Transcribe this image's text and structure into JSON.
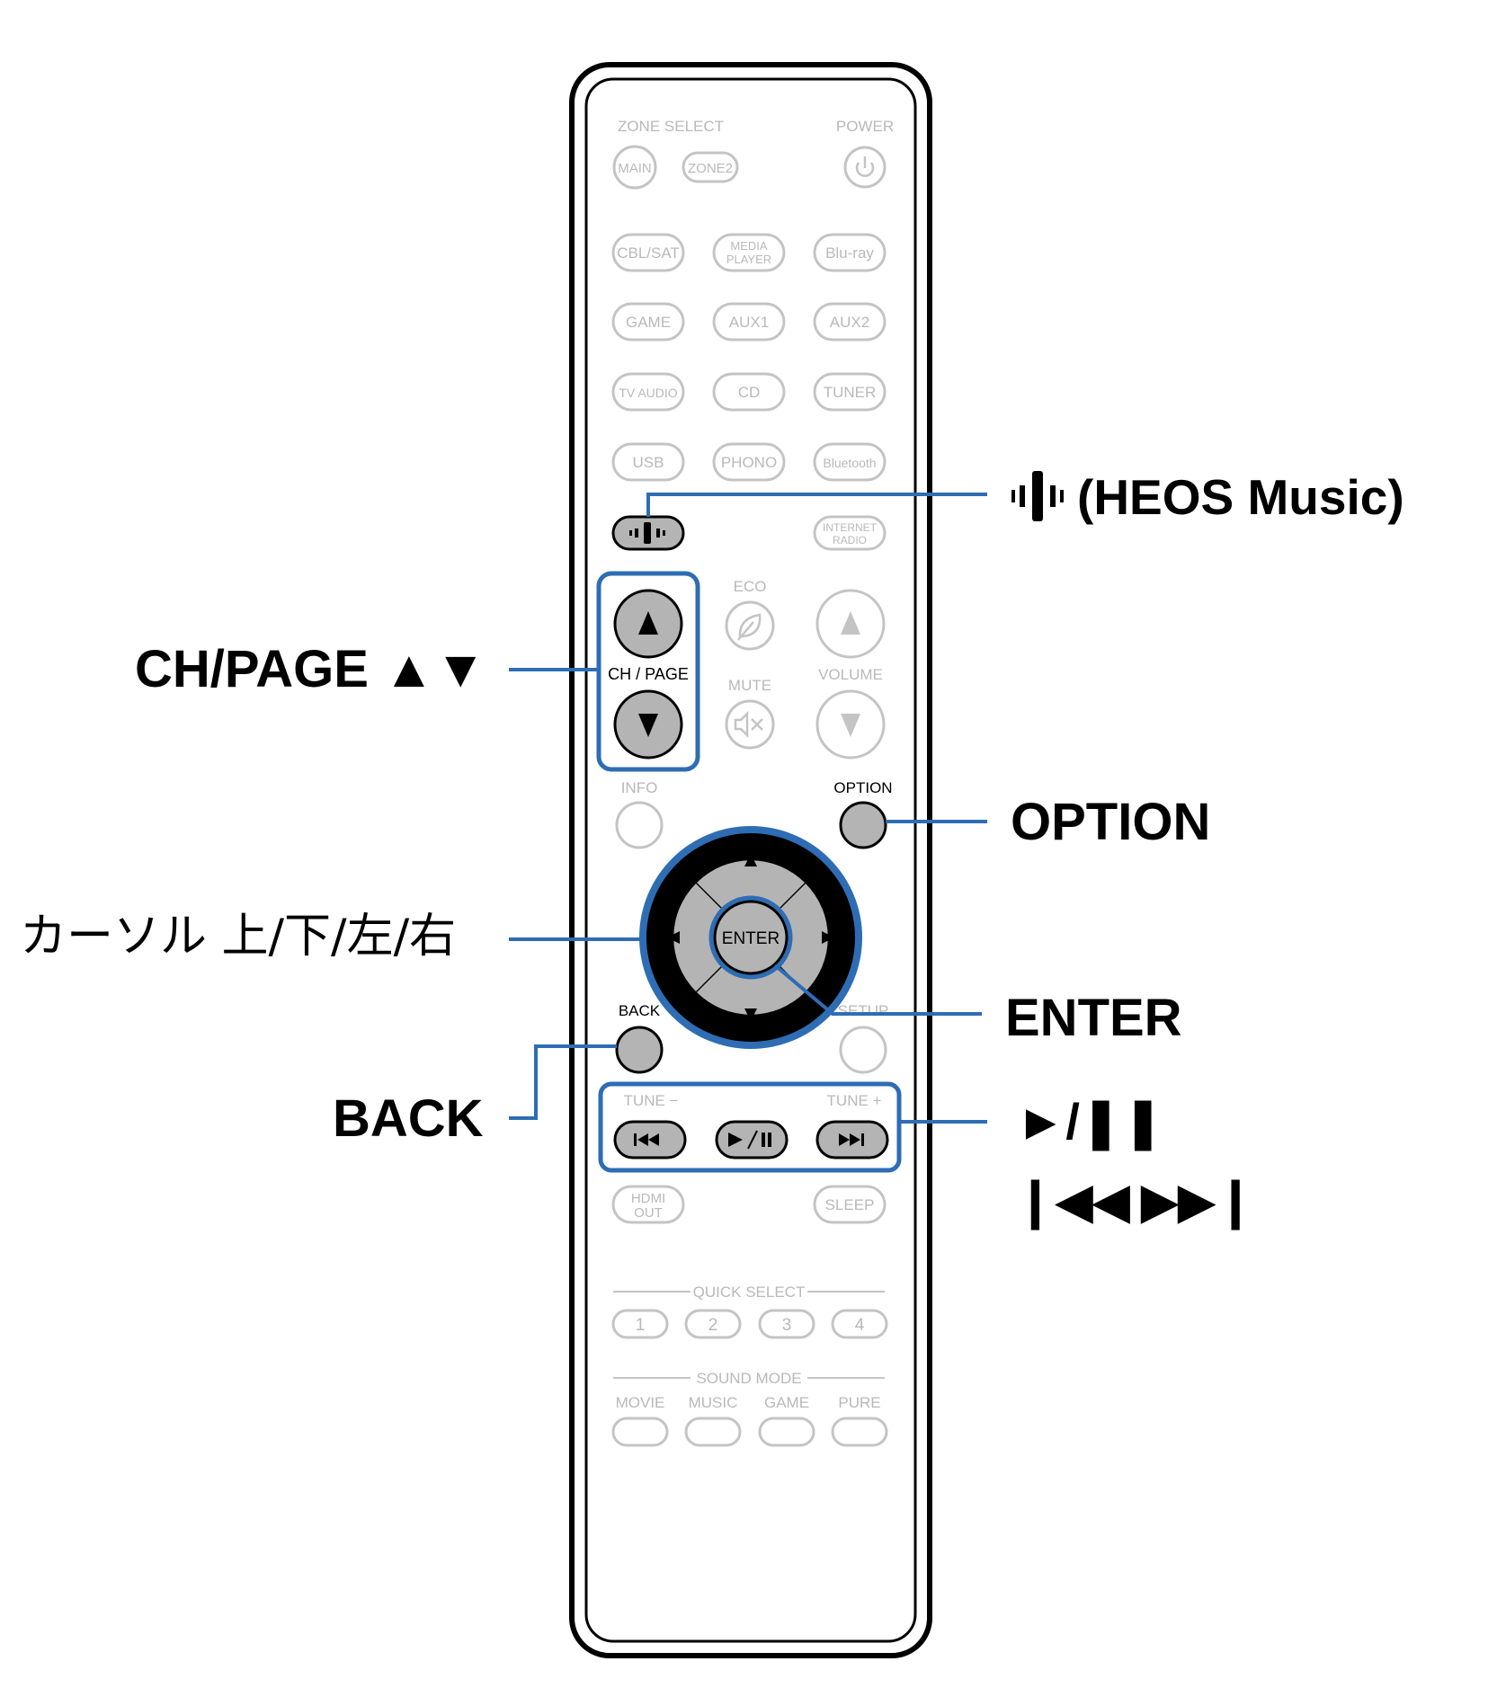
{
  "remote": {
    "zone_select": "ZONE SELECT",
    "power": "POWER",
    "main": "MAIN",
    "zone2": "ZONE2",
    "row1": [
      "CBL/SAT",
      "MEDIA PLAYER",
      "Blu-ray"
    ],
    "row2": [
      "GAME",
      "AUX1",
      "AUX2"
    ],
    "row3": [
      "TV AUDIO",
      "CD",
      "TUNER"
    ],
    "row4": [
      "USB",
      "PHONO",
      "Bluetooth"
    ],
    "internet_radio": [
      "INTERNET",
      "RADIO"
    ],
    "eco": "ECO",
    "ch_page": "CH / PAGE",
    "mute": "MUTE",
    "volume": "VOLUME",
    "info": "INFO",
    "option": "OPTION",
    "enter": "ENTER",
    "back": "BACK",
    "setup": "SETUP",
    "tune_minus": "TUNE −",
    "tune_plus": "TUNE +",
    "hdmi_out": [
      "HDMI",
      "OUT"
    ],
    "sleep": "SLEEP",
    "quick_select": "QUICK SELECT",
    "quick_numbers": [
      "1",
      "2",
      "3",
      "4"
    ],
    "sound_mode": "SOUND MODE",
    "sound_modes": [
      "MOVIE",
      "MUSIC",
      "GAME",
      "PURE"
    ]
  },
  "callouts": {
    "heos": "(HEOS Music)",
    "ch_page": "CH/PAGE ▲▼",
    "option": "OPTION",
    "cursor": "カーソル 上/下/左/右",
    "enter": "ENTER",
    "back": "BACK",
    "play_pause": "►/❚❚",
    "skip": "❙◀◀ ▶▶❙"
  },
  "colors": {
    "accent": "#2e6db4",
    "highlight_fill": "#b4b4b4",
    "faded": "#c4c4c4",
    "dark": "#1a1a1a"
  }
}
